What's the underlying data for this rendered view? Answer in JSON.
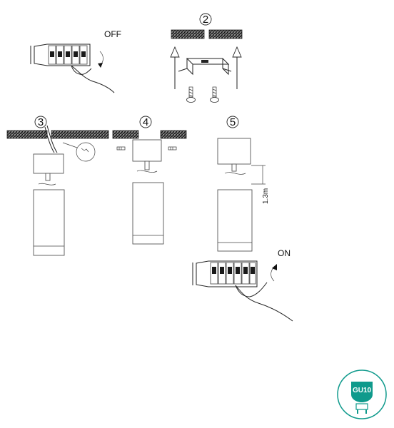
{
  "steps": {
    "step1": {
      "label": "OFF"
    },
    "step2": {
      "number": "2"
    },
    "step3": {
      "number": "3"
    },
    "step4": {
      "number": "4"
    },
    "step5": {
      "number": "5",
      "dimension": "1.3m"
    },
    "final": {
      "label": "ON"
    }
  },
  "badge": {
    "text": "GU10",
    "color": "#0f9a8c"
  }
}
